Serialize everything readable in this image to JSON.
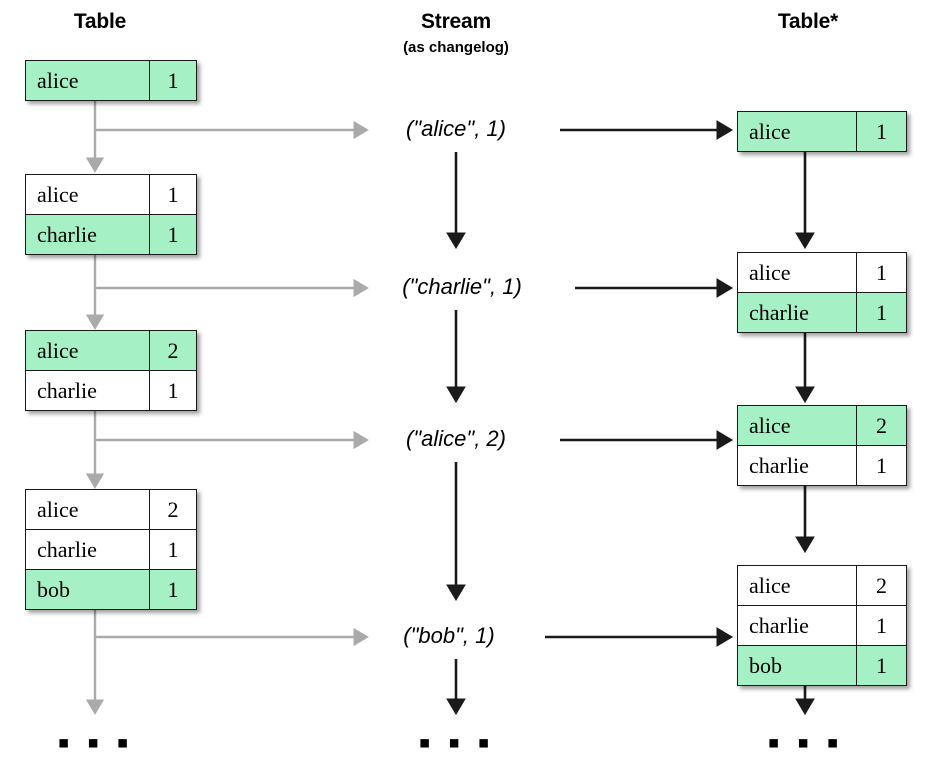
{
  "headers": {
    "left": "Table",
    "middle": "Stream",
    "middle_sub": "(as changelog)",
    "right": "Table*"
  },
  "colors": {
    "highlight": "#a5f0c4",
    "border": "#1a1a1a",
    "left_arrow": "#aaaaaa",
    "right_arrow": "#1a1a1a",
    "background": "#ffffff"
  },
  "left_tables": [
    {
      "name": "left-table-1",
      "rows": [
        {
          "key": "alice",
          "value": "1",
          "highlight": true
        }
      ]
    },
    {
      "name": "left-table-2",
      "rows": [
        {
          "key": "alice",
          "value": "1",
          "highlight": false
        },
        {
          "key": "charlie",
          "value": "1",
          "highlight": true
        }
      ]
    },
    {
      "name": "left-table-3",
      "rows": [
        {
          "key": "alice",
          "value": "2",
          "highlight": true
        },
        {
          "key": "charlie",
          "value": "1",
          "highlight": false
        }
      ]
    },
    {
      "name": "left-table-4",
      "rows": [
        {
          "key": "alice",
          "value": "2",
          "highlight": false
        },
        {
          "key": "charlie",
          "value": "1",
          "highlight": false
        },
        {
          "key": "bob",
          "value": "1",
          "highlight": true
        }
      ]
    }
  ],
  "stream_events": [
    {
      "name": "stream-event-1",
      "text": "(\"alice\", 1)"
    },
    {
      "name": "stream-event-2",
      "text": "(\"charlie\", 1)"
    },
    {
      "name": "stream-event-3",
      "text": "(\"alice\", 2)"
    },
    {
      "name": "stream-event-4",
      "text": "(\"bob\", 1)"
    }
  ],
  "right_tables": [
    {
      "name": "right-table-1",
      "rows": [
        {
          "key": "alice",
          "value": "1",
          "highlight": true
        }
      ]
    },
    {
      "name": "right-table-2",
      "rows": [
        {
          "key": "alice",
          "value": "1",
          "highlight": false
        },
        {
          "key": "charlie",
          "value": "1",
          "highlight": true
        }
      ]
    },
    {
      "name": "right-table-3",
      "rows": [
        {
          "key": "alice",
          "value": "2",
          "highlight": true
        },
        {
          "key": "charlie",
          "value": "1",
          "highlight": false
        }
      ]
    },
    {
      "name": "right-table-4",
      "rows": [
        {
          "key": "alice",
          "value": "2",
          "highlight": false
        },
        {
          "key": "charlie",
          "value": "1",
          "highlight": false
        },
        {
          "key": "bob",
          "value": "1",
          "highlight": true
        }
      ]
    }
  ],
  "ellipses": {
    "left": "▪ ▪ ▪",
    "middle": "▪ ▪ ▪",
    "right": "▪ ▪ ▪"
  }
}
